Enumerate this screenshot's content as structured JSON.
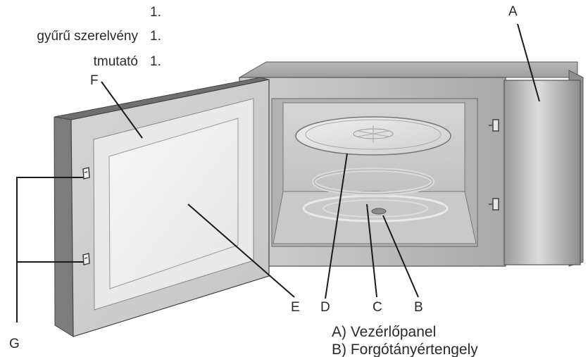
{
  "parts_list": [
    {
      "name": "",
      "qty": "1."
    },
    {
      "name": "gyűrű szerelvény",
      "qty": "1."
    },
    {
      "name": "tmutató",
      "qty": "1."
    }
  ],
  "callouts": {
    "A": "A",
    "B": "B",
    "C": "C",
    "D": "D",
    "E": "E",
    "F": "F",
    "G": "G"
  },
  "legend": [
    "A) Vezérlőpanel",
    "B) Forgótányértengely"
  ]
}
